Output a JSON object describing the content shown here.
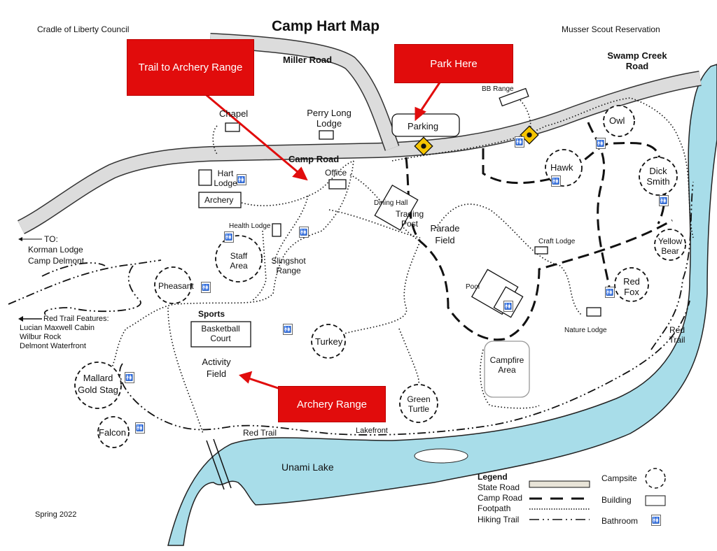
{
  "header": {
    "title": "Camp Hart Map",
    "left": "Cradle of Liberty Council",
    "right": "Musser Scout Reservation",
    "footer": "Spring 2022"
  },
  "callouts": {
    "trail_to_archery": "Trail to Archery Range",
    "park_here": "Park Here",
    "archery_range": "Archery Range"
  },
  "roads": {
    "miller": "Miller Road",
    "swamp_creek": "Swamp Creek Road",
    "camp": "Camp Road"
  },
  "buildings": {
    "chapel": "Chapel",
    "perry": "Perry Long Lodge",
    "parking": "Parking",
    "bb_range": "BB Range",
    "hart_lodge": "Hart Lodge",
    "archery": "Archery",
    "office": "Office",
    "health_lodge": "Health Lodge",
    "dining_hall": "Dining Hall",
    "trading_post": "Trading Post",
    "craft_lodge": "Craft Lodge",
    "pool": "Pool",
    "nature_lodge": "Nature Lodge",
    "basketball": "Basketball Court",
    "campfire": "Campfire Area"
  },
  "areas": {
    "parade_field": "Parade Field",
    "slingshot": "Slingshot Range",
    "sports": "Sports",
    "activity_field": "Activity Field",
    "lakefront": "Lakefront",
    "unami_lake": "Unami Lake",
    "red_trail": "Red Trail",
    "red_trail_2": "Red Trail"
  },
  "campsites": {
    "owl": "Owl",
    "hawk": "Hawk",
    "dick_smith": "Dick Smith",
    "yellow_bear": "Yellow Bear",
    "red_fox": "Red Fox",
    "staff": "Staff Area",
    "pheasant": "Pheasant",
    "turkey": "Turkey",
    "mallard": "Mallard Gold Stag",
    "falcon": "Falcon",
    "green_turtle": "Green Turtle"
  },
  "notes": {
    "to": "TO:",
    "korman": "Korman Lodge",
    "delmont": "Camp Delmont",
    "red_features": "Red Trail Features:",
    "features": [
      "Lucian Maxwell Cabin",
      "Wilbur Rock",
      "Delmont Waterfront"
    ]
  },
  "legend": {
    "title": "Legend",
    "state_road": "State Road",
    "camp_road": "Camp Road",
    "footpath": "Footpath",
    "hiking_trail": "Hiking Trail",
    "campsite": "Campsite",
    "building": "Building",
    "bathroom": "Bathroom"
  },
  "colors": {
    "water": "#a8dde9",
    "road": "#dcdcdc",
    "callout": "#e10c0c",
    "crossing": "#f5c400"
  }
}
